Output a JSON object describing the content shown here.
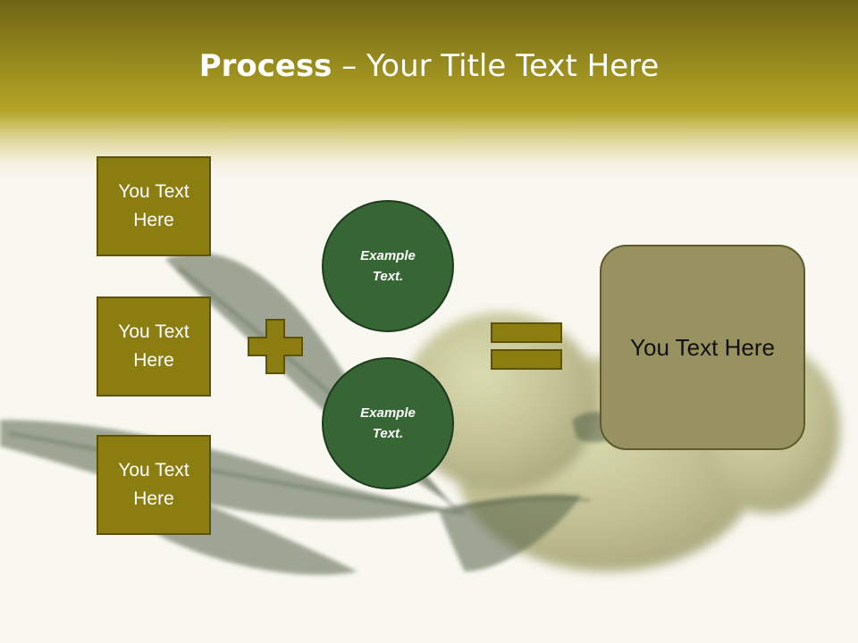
{
  "title": {
    "bold": "Process",
    "rest": " – Your Title Text Here"
  },
  "boxes": [
    {
      "label": "You Text Here"
    },
    {
      "label": "You Text Here"
    },
    {
      "label": "You Text Here"
    }
  ],
  "circles": [
    {
      "label": "Example Text."
    },
    {
      "label": "Example Text."
    }
  ],
  "result": {
    "label": "You Text Here"
  },
  "colors": {
    "header_dark": "#6f6517",
    "header_light": "#b4a527",
    "box_fill": "#8b7d10",
    "circle_fill": "#356634",
    "result_fill": "#97925f",
    "operator_fill": "#8b7d10"
  },
  "icons": {
    "plus": "plus-icon",
    "equals": "equals-icon"
  }
}
